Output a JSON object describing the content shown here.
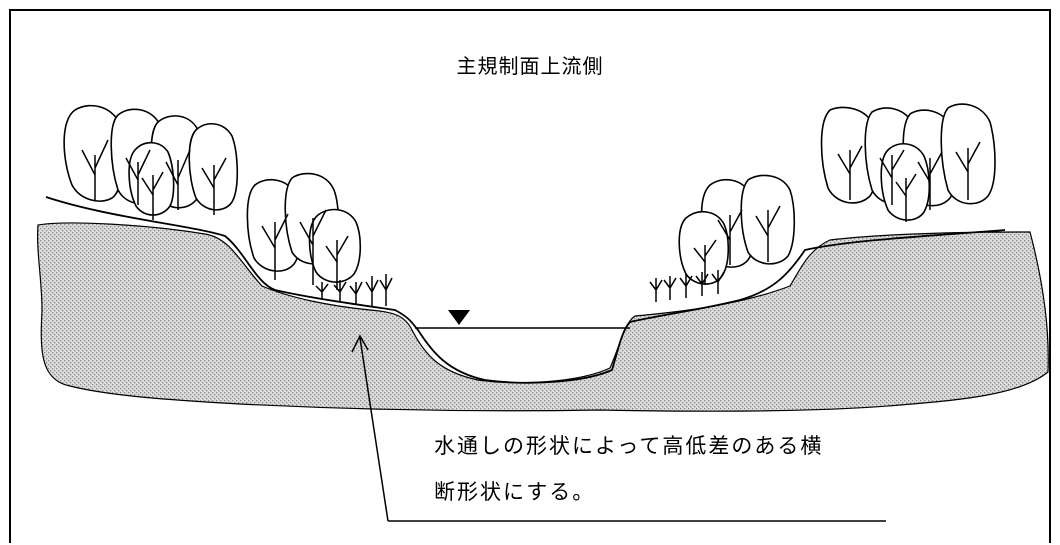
{
  "title": "主規制面上流側",
  "annotation": {
    "line1": "水通しの形状によって高低差のある横",
    "line2": "断形状にする。"
  },
  "colors": {
    "ink": "#000000",
    "soil": "#d4d4d4",
    "background": "#ffffff"
  },
  "icons": {
    "water_level": "water-level-triangle-icon"
  }
}
